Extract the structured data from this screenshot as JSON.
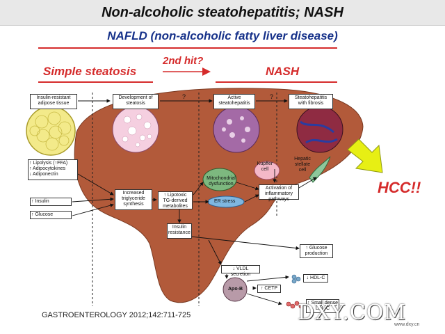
{
  "title": "Non-alcoholic steatohepatitis; NASH",
  "nafld_label": "NAFLD (non-alcoholic fatty liver disease)",
  "phases": {
    "simple": "Simple steatosis",
    "second_hit": "2nd hit?",
    "nash": "NASH"
  },
  "hcc": "HCC!!",
  "boxes": {
    "adipose": "Insulin-resistant adipose tissue",
    "steatosis_dev": "Development of steatosis",
    "active_nash": "Active steatohepatitis",
    "fibrosis": "Steatohepatitis with fibrosis",
    "lipolysis": "↑ Lipolysis (↑FFA)",
    "adipocytokines": "↑ Adipocytokines",
    "adiponectin": "↓ Adiponectin",
    "insulin": "↑ Insulin",
    "glucose": "↑ Glucose",
    "trig_synth": "Increased triglyceride synthesis",
    "lipotoxic": "↑ Lipotoxic TG-derived metabolites",
    "mito": "Mitochondrial dysfunction",
    "er_stress": "ER stress",
    "kupffer": "Kupffer cell",
    "stellate": "Hepatic stellate cell",
    "inflam": "Activation of inflammatory pathways",
    "insulin_res": "Insulin resistance",
    "glucose_prod": "↑ Glucose production",
    "vldl": "↓ VLDL secretion",
    "apob": "Apo-B",
    "hdl": "↓ HDL-C",
    "cetp": "↑ CETP",
    "small_ldl": "↑ Small dense LDL-C",
    "q1": "?",
    "q2": "?"
  },
  "citation": "GASTROENTEROLOGY 2012;142:711-725",
  "watermark": "DXY.COM",
  "watermark_sub": "www.dxy.cn",
  "colors": {
    "title_bar": "#e8e8e8",
    "nafld_blue": "#17328a",
    "accent_red": "#d52b2b",
    "liver": "#b25a3a",
    "arrow_yellow": "#e7ef14"
  }
}
